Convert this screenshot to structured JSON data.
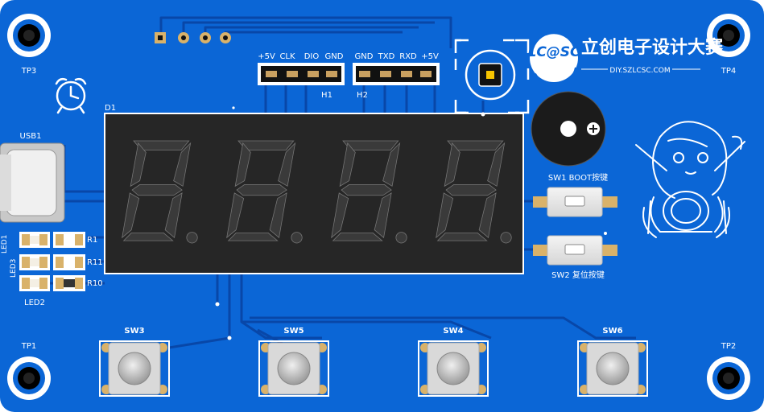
{
  "board": {
    "test_points": [
      "TP3",
      "TP4",
      "TP1",
      "TP2"
    ],
    "usb_label": "USB1",
    "display_ref": "D1",
    "header_h1": {
      "ref": "H1",
      "pins": [
        "+5V",
        "CLK",
        "DIO",
        "GND"
      ]
    },
    "header_h2": {
      "ref": "H2",
      "pins": [
        "GND",
        "TXD",
        "RXD",
        "+5V"
      ]
    },
    "logo_mark": "LC@SC",
    "logo_title": "立创电子设计大赛",
    "logo_url": "DIY.SZLCSC.COM",
    "sw1_label": "SW1 BOOT按键",
    "sw2_label": "SW2 复位按键",
    "resistors": [
      "R1",
      "R11",
      "R10"
    ],
    "leds": [
      "LED1",
      "LED3",
      "LED2"
    ],
    "buttons": [
      "SW3",
      "SW5",
      "SW4",
      "SW6"
    ]
  },
  "colors": {
    "pcb": "#0b66d6",
    "trace": "#0847a8",
    "display": "#262626",
    "segment": "#3a3a3a",
    "pad": "#d9b26a"
  }
}
